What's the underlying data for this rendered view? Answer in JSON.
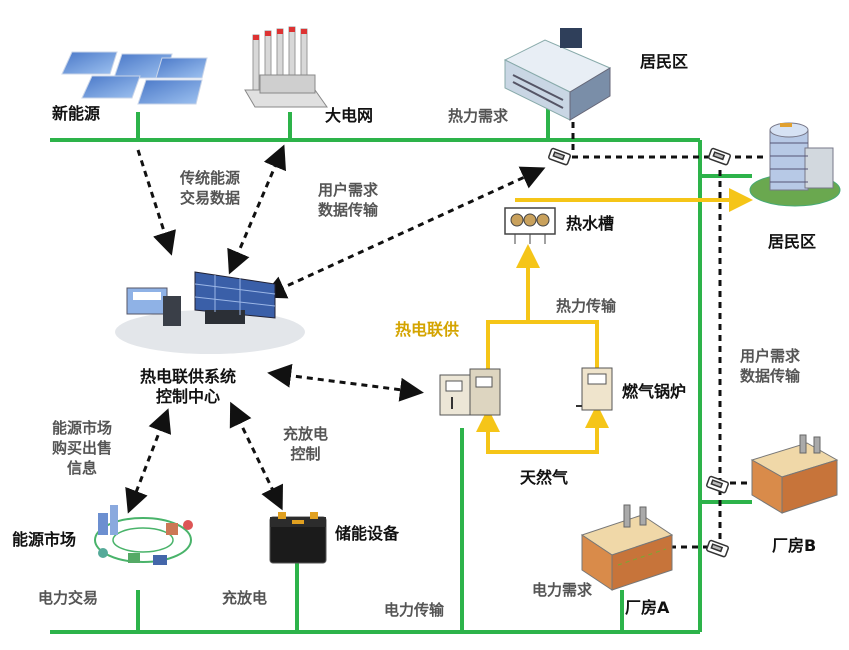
{
  "nodes": {
    "new_energy": "新能源",
    "grid": "大电网",
    "residential_1": "居民区",
    "residential_2": "居民区",
    "hot_water_tank": "热水槽",
    "chp": "热电联供",
    "control_center": [
      "热电联供系统",
      "控制中心"
    ],
    "gas_boiler": "燃气锅炉",
    "natural_gas": "天然气",
    "energy_market": "能源市场",
    "storage": "储能设备",
    "factory_a": "厂房A",
    "factory_b": "厂房B"
  },
  "edges": {
    "traditional_trade": [
      "传统能源",
      "交易数据"
    ],
    "user_demand_1": [
      "用户需求",
      "数据传输"
    ],
    "heat_demand": "热力需求",
    "heat_transfer": "热力传输",
    "market_info": [
      "能源市场",
      "购买出售",
      "信息"
    ],
    "charge_control": [
      "充放电",
      "控制"
    ],
    "user_demand_2": [
      "用户需求",
      "数据传输"
    ],
    "power_trade": "电力交易",
    "charge_discharge": "充放电",
    "power_transfer": "电力传输",
    "power_demand": "电力需求"
  },
  "colors": {
    "power_line": "#2db34a",
    "heat_line": "#f5c518",
    "data_link": "#111111",
    "chp_text": "#d4a400",
    "edge_text": "#555555"
  },
  "icons": [
    "solar-panel-icon",
    "power-plant-icon",
    "apartment-icon",
    "office-tower-icon",
    "water-tank-icon",
    "control-room-icon",
    "chp-unit-icon",
    "gas-boiler-icon",
    "market-network-icon",
    "battery-icon",
    "factory-icon",
    "meter-icon"
  ]
}
